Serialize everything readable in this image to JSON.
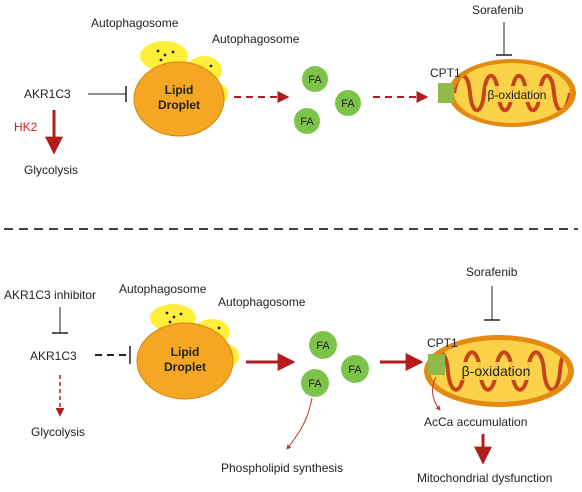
{
  "colors": {
    "lipid": "#f5a623",
    "lipid_stroke": "#d4860b",
    "autophagosome": "#ffef3a",
    "fa_fill": "#7dc34a",
    "red_arrow": "#b11d1d",
    "hk2_text": "#d02020",
    "mito_outer": "#e48a12",
    "mito_inner": "#fbd34a",
    "mito_cristae": "#c4461a",
    "cpt1": "#8fba4a",
    "divider": "#000000"
  },
  "top": {
    "autophagosome_1": "Autophagosome",
    "autophagosome_2": "Autophagosome",
    "lipid_line1": "Lipid",
    "lipid_line2": "Droplet",
    "akr1c3": "AKR1C3",
    "hk2": "HK2",
    "glycolysis": "Glycolysis",
    "fa": [
      "FA",
      "FA",
      "FA"
    ],
    "sorafenib": "Sorafenib",
    "cpt1": "CPT1",
    "beta_oxidation": "β-oxidation"
  },
  "bottom": {
    "inhibitor": "AKR1C3 inhibitor",
    "akr1c3": "AKR1C3",
    "glycolysis": "Glycolysis",
    "autophagosome_1": "Autophagosome",
    "autophagosome_2": "Autophagosome",
    "lipid_line1": "Lipid",
    "lipid_line2": "Droplet",
    "fa": [
      "FA",
      "FA",
      "FA"
    ],
    "phospholipid": "Phospholipid synthesis",
    "sorafenib": "Sorafenib",
    "cpt1": "CPT1",
    "beta_oxidation": "β-oxidation",
    "acca": "AcCa accumulation",
    "mito_dysfunction": "Mitochondrial dysfunction"
  }
}
